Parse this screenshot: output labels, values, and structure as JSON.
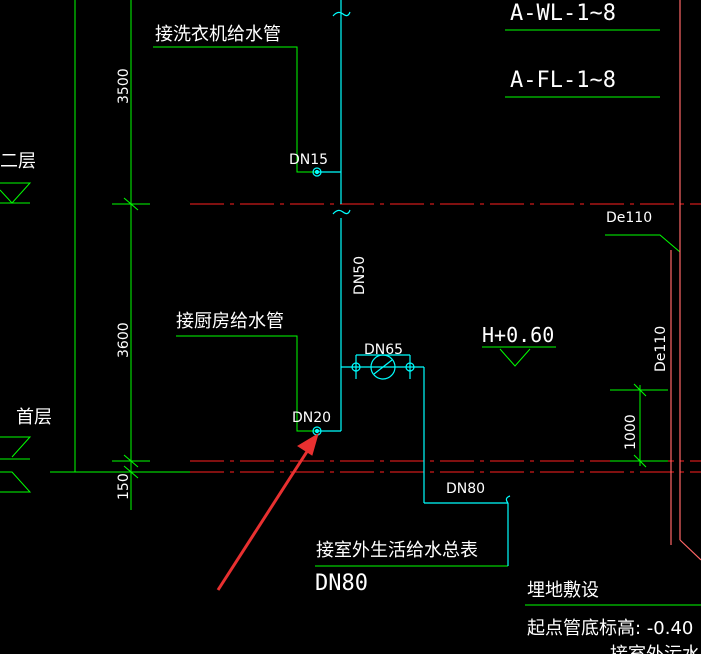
{
  "labels": {
    "wash_machine_pipe": "接洗衣机给水管",
    "kitchen_pipe": "接厨房给水管",
    "outdoor_main_meter": "接室外生活给水总表",
    "second_floor": "二层",
    "first_floor": "首层",
    "buried": "埋地敷设",
    "start_pipe_bottom_elev": "起点管底标高: -0.40",
    "bottom_cut_text": "接室外污水井"
  },
  "pipe_ids": {
    "wl": "A-WL-1~8",
    "fl": "A-FL-1~8"
  },
  "pipe_sizes": {
    "dn15": "DN15",
    "dn50": "DN50",
    "dn65": "DN65",
    "dn20": "DN20",
    "dn80_small": "DN80",
    "dn80_large": "DN80",
    "de110_top": "De110",
    "de110_vertical": "De110"
  },
  "dimensions": {
    "d3500": "3500",
    "d3600": "3600",
    "d150": "150",
    "d1000": "1000"
  },
  "elevation": {
    "h060": "H+0.60"
  },
  "colors": {
    "background": "#000000",
    "green": "#00ff00",
    "cyan": "#00ffff",
    "red": "#ff2020",
    "white": "#ffffff",
    "magenta_pipe": "#ff6666",
    "arrow": "#e83030"
  }
}
